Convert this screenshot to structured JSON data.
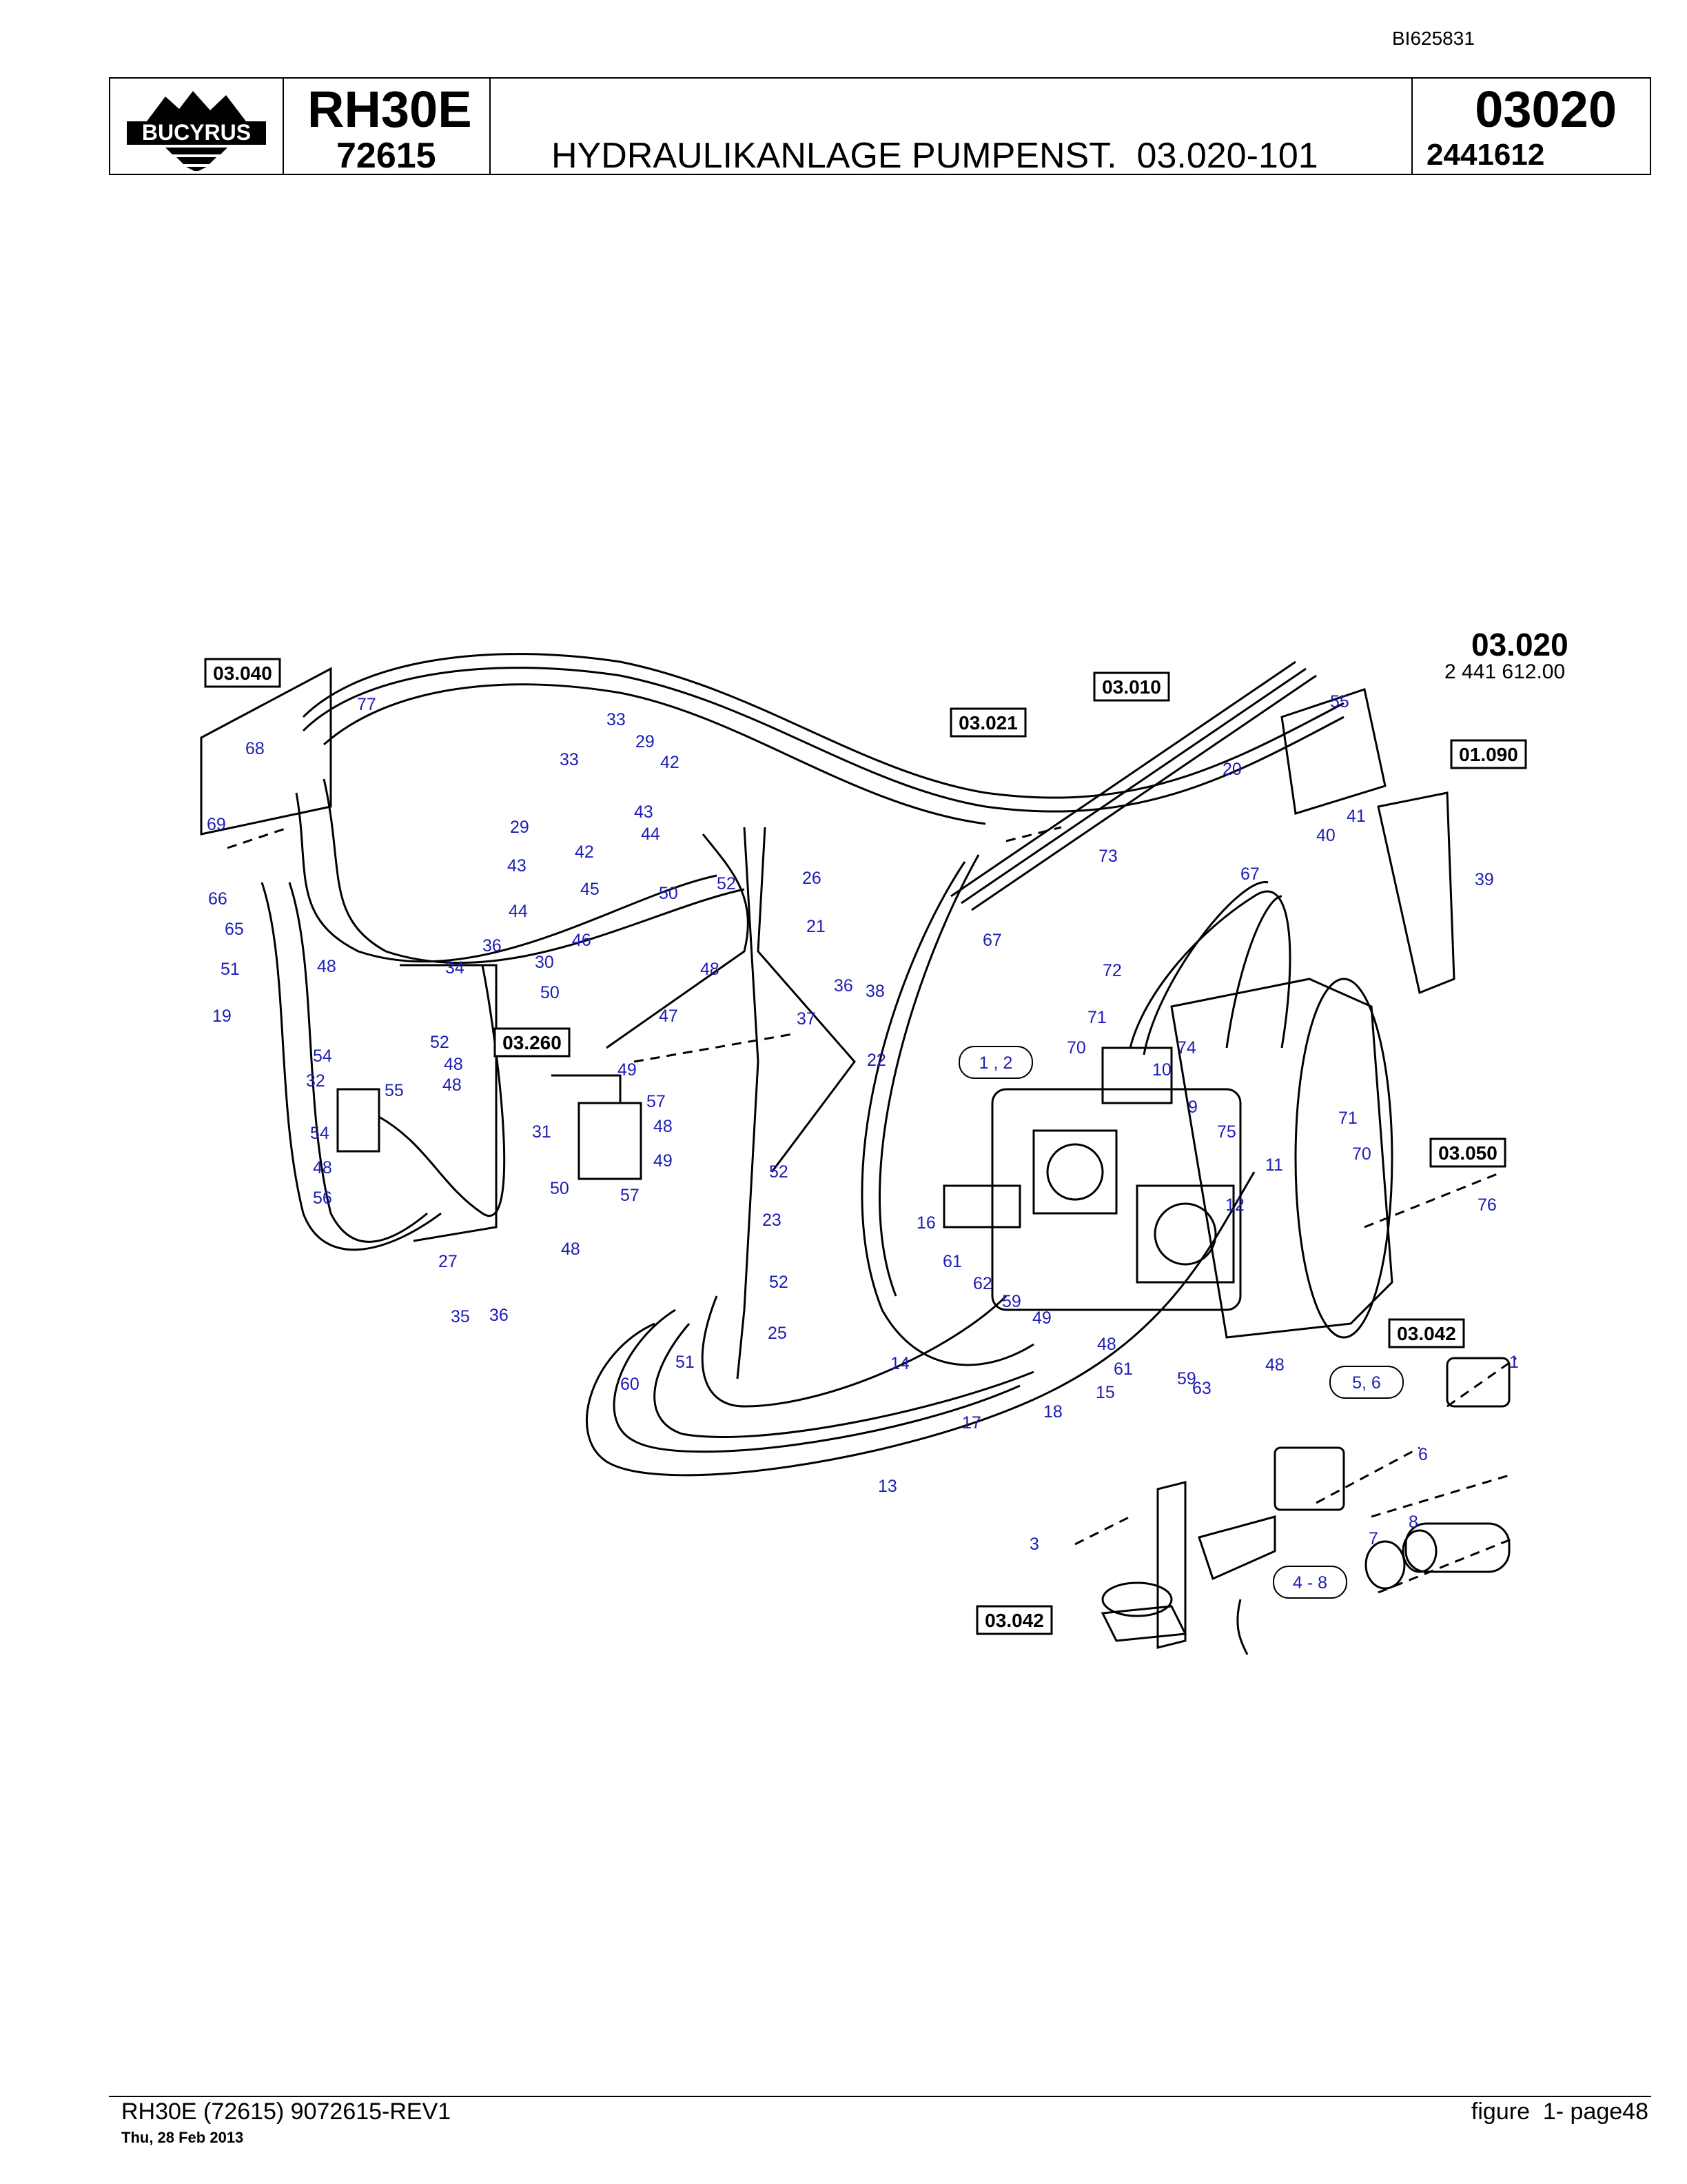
{
  "doc_id": "BI625831",
  "header": {
    "brand": "BUCYRUS",
    "model": "RH30E",
    "serial": "72615",
    "title": "HYDRAULIKANLAGE PUMPENST.  03.020-101",
    "section_number": "03020",
    "part_number": "2441612"
  },
  "figure": {
    "code": "03.020",
    "part_number": "2 441 612.00",
    "reference_boxes": [
      "03.040",
      "03.010",
      "03.021",
      "01.090",
      "03.260",
      "03.050",
      "03.042",
      "03.042"
    ],
    "group_labels": [
      "1 , 2",
      "5, 6",
      "4 - 8"
    ],
    "callouts": [
      "77",
      "68",
      "69",
      "33",
      "29",
      "33",
      "42",
      "29",
      "43",
      "42",
      "44",
      "43",
      "45",
      "50",
      "52",
      "26",
      "44",
      "21",
      "46",
      "30",
      "48",
      "36",
      "34",
      "50",
      "47",
      "49",
      "66",
      "65",
      "51",
      "48",
      "19",
      "54",
      "32",
      "55",
      "52",
      "48",
      "54",
      "48",
      "56",
      "48",
      "57",
      "31",
      "48",
      "49",
      "50",
      "57",
      "48",
      "27",
      "35",
      "36",
      "52",
      "23",
      "52",
      "25",
      "60",
      "51",
      "14",
      "16",
      "17",
      "18",
      "13",
      "37",
      "36",
      "38",
      "22",
      "67",
      "73",
      "72",
      "71",
      "70",
      "10",
      "74",
      "9",
      "75",
      "11",
      "12",
      "71",
      "70",
      "67",
      "61",
      "62",
      "59",
      "49",
      "48",
      "61",
      "59",
      "63",
      "48",
      "15",
      "55",
      "20",
      "41",
      "40",
      "39",
      "76",
      "1",
      "6",
      "8",
      "7",
      "3"
    ]
  },
  "footer": {
    "left": "RH30E (72615) 9072615-REV1",
    "date": "Thu, 28 Feb 2013",
    "right": "figure  1- page48"
  },
  "colors": {
    "callout": "#1d1db5",
    "line": "#000000"
  }
}
